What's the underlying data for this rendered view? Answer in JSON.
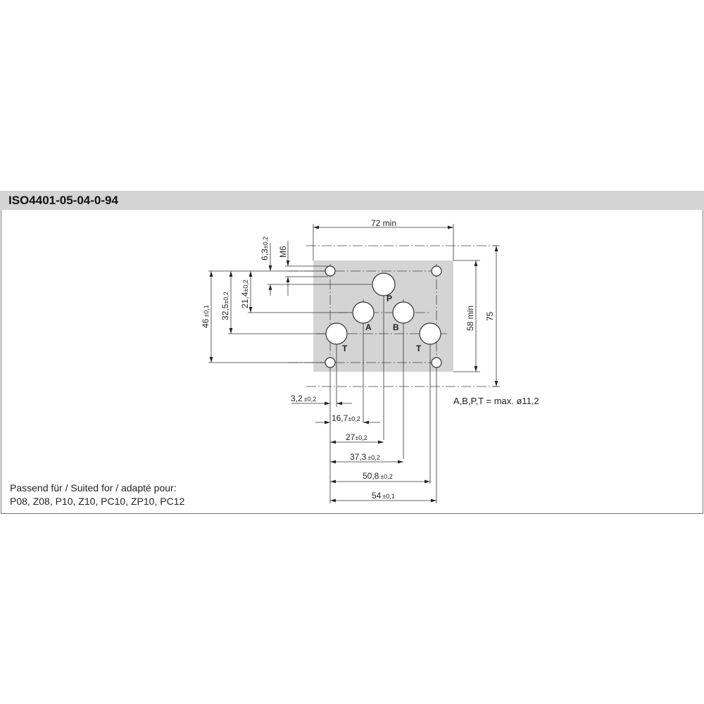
{
  "title": "ISO4401-05-04-0-94",
  "dims": {
    "width_min": "72 min",
    "height_min": "58 min",
    "height": "75",
    "m6": "M6",
    "d63": "6,3",
    "d63_tol": "±0,2",
    "d214": "21,4",
    "d214_tol": "±0,2",
    "d325": "32,5",
    "d325_tol": "±0,2",
    "d46": "46",
    "d46_tol": "±0,1",
    "d32": "3,2",
    "d32_tol": "±0,2",
    "d167": "16,7",
    "d167_tol": "±0,2",
    "d27": "27",
    "d27_tol": "±0,2",
    "d373": "37,3",
    "d373_tol": "±0,2",
    "d508": "50,8",
    "d508_tol": "±0,2",
    "d54": "54",
    "d54_tol": "±0,1"
  },
  "ports": {
    "p": "P",
    "a": "A",
    "b": "B",
    "t1": "T",
    "t2": "T"
  },
  "port_note": "A,B,P,T = max. ø11,2",
  "suited_label": "Passend für / Suited for / adapté pour:",
  "suited_models": "P08, Z08, P10, Z10, PC10, ZP10, PC12"
}
